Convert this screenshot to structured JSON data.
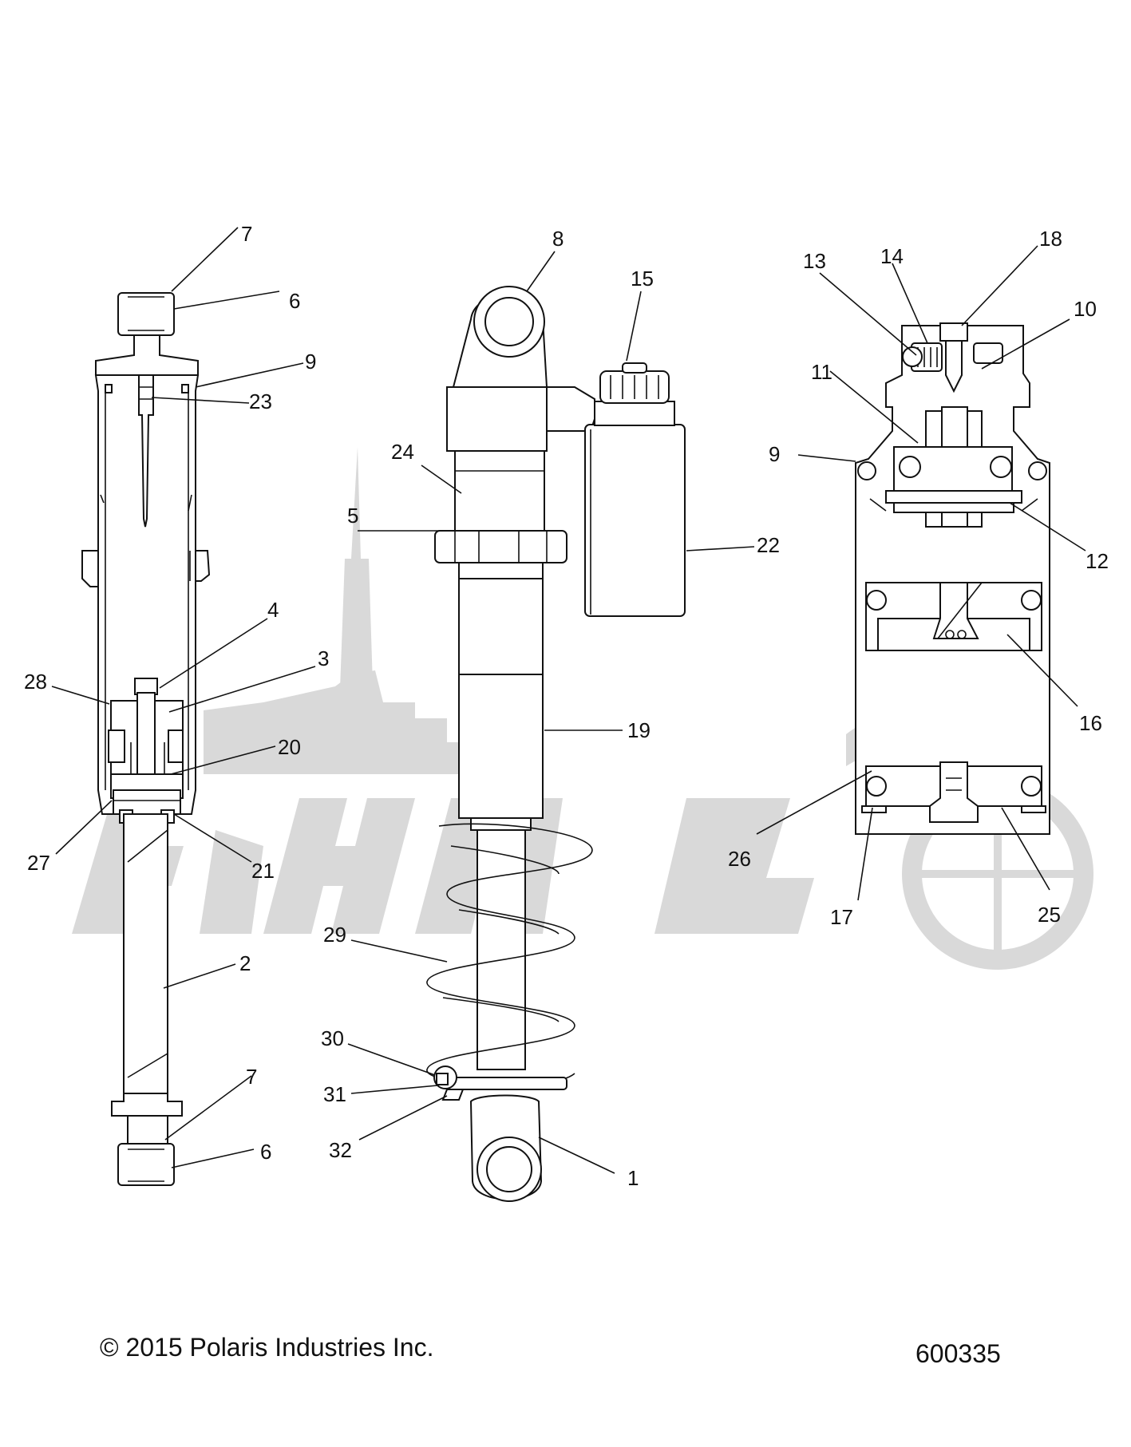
{
  "callouts": [
    {
      "id": "c7a",
      "text": "7"
    },
    {
      "id": "c6a",
      "text": "6"
    },
    {
      "id": "c9a",
      "text": "9"
    },
    {
      "id": "c23",
      "text": "23"
    },
    {
      "id": "c4",
      "text": "4"
    },
    {
      "id": "c3",
      "text": "3"
    },
    {
      "id": "c28",
      "text": "28"
    },
    {
      "id": "c20",
      "text": "20"
    },
    {
      "id": "c27",
      "text": "27"
    },
    {
      "id": "c21",
      "text": "21"
    },
    {
      "id": "c2",
      "text": "2"
    },
    {
      "id": "c7b",
      "text": "7"
    },
    {
      "id": "c6b",
      "text": "6"
    },
    {
      "id": "c8",
      "text": "8"
    },
    {
      "id": "c15",
      "text": "15"
    },
    {
      "id": "c24",
      "text": "24"
    },
    {
      "id": "c5",
      "text": "5"
    },
    {
      "id": "c22",
      "text": "22"
    },
    {
      "id": "c19",
      "text": "19"
    },
    {
      "id": "c29",
      "text": "29"
    },
    {
      "id": "c30",
      "text": "30"
    },
    {
      "id": "c31",
      "text": "31"
    },
    {
      "id": "c32",
      "text": "32"
    },
    {
      "id": "c1",
      "text": "1"
    },
    {
      "id": "c13",
      "text": "13"
    },
    {
      "id": "c14",
      "text": "14"
    },
    {
      "id": "c18",
      "text": "18"
    },
    {
      "id": "c10",
      "text": "10"
    },
    {
      "id": "c11",
      "text": "11"
    },
    {
      "id": "c9b",
      "text": "9"
    },
    {
      "id": "c12",
      "text": "12"
    },
    {
      "id": "c16",
      "text": "16"
    },
    {
      "id": "c26",
      "text": "26"
    },
    {
      "id": "c17",
      "text": "17"
    },
    {
      "id": "c25",
      "text": "25"
    }
  ],
  "footer": {
    "copyright": "© 2015 Polaris Industries Inc.",
    "drawing_number": "600335"
  }
}
